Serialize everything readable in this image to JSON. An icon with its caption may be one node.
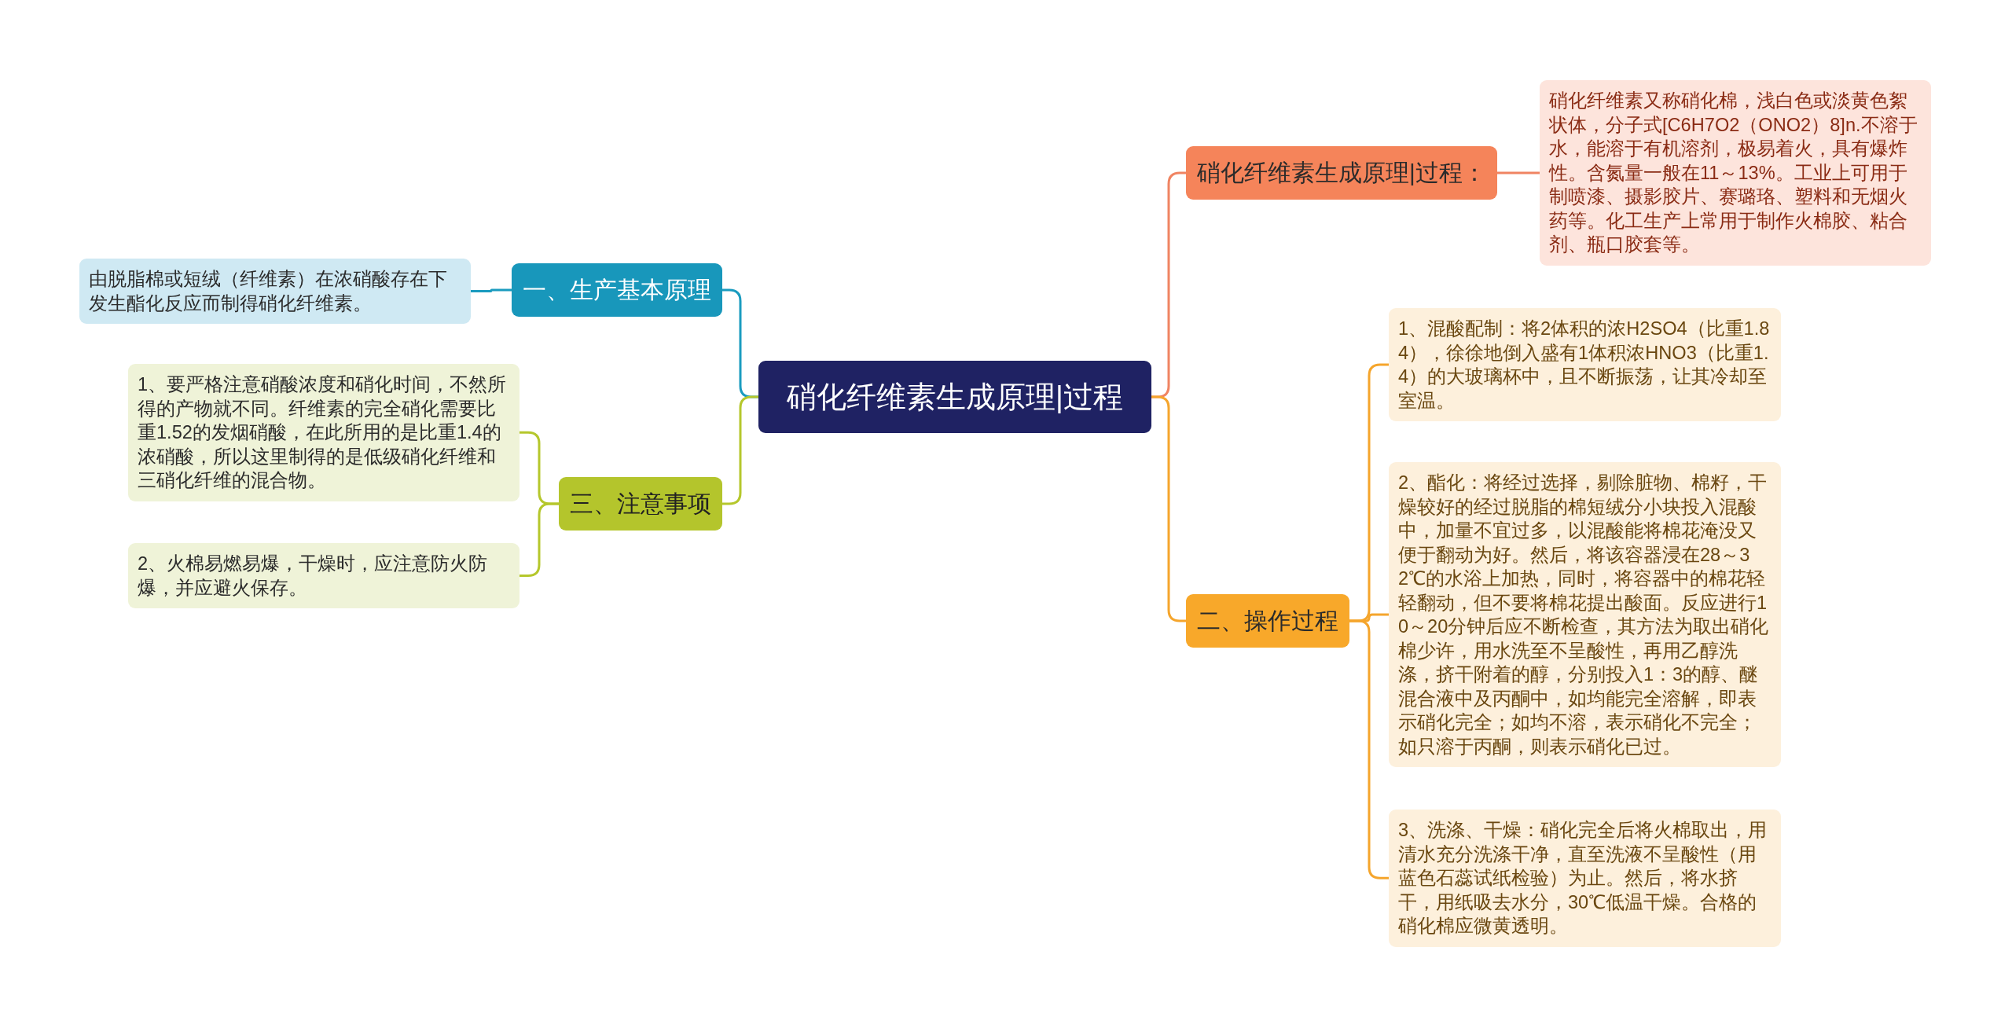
{
  "diagram": {
    "nodes": [
      {
        "text": [
          "硝化纤维素生成原理|过程"
        ]
      },
      {
        "text": [
          "一、生产基本原理"
        ]
      },
      {
        "text": [
          "由脱脂棉或短绒（纤维素）在浓硝酸存在下发生酯化反应而制得硝化纤维素。"
        ]
      },
      {
        "text": [
          "三、注意事项"
        ]
      },
      {
        "text": [
          "1、要严格注意硝酸浓度和硝化时间，不然所得的产物就不同。纤维素的完全硝化需要比重1.52的发烟硝酸，在此所用的是比重1.4的浓硝酸，所以这里制得的是低级硝化纤维和三硝化纤维的混合物。"
        ]
      },
      {
        "text": [
          "2、火棉易燃易爆，干燥时，应注意防火防爆，并应避火保存。"
        ]
      },
      {
        "text": [
          "硝化纤维素生成原理|过程："
        ]
      },
      {
        "text": [
          "硝化纤维素又称硝化棉，浅白色或淡黄色絮状体，分子式[C6H7O2（ONO2）8]n.不溶于水，能溶于有机溶剂，极易着火，具有爆炸性。含氮量一般在11～13%。工业上可用于制喷漆、摄影胶片、赛璐珞、塑料和无烟火药等。化工生产上常用于制作火棉胶、粘合剂、瓶口胶套等。"
        ]
      },
      {
        "text": [
          "二、操作过程"
        ]
      },
      {
        "text": [
          "1、混酸配制：将2体积的浓H2SO4（比重1.84），徐徐地倒入盛有1体积浓HNO3（比重1.4）的大玻璃杯中，且不断振荡，让其冷却至室温。"
        ]
      },
      {
        "text": [
          "2、酯化：将经过选择，剔除脏物、棉籽，干燥较好的经过脱脂的棉短绒分小块投入混酸中，加量不宜过多，以混酸能将棉花淹没又便于翻动为好。然后，将该容器浸在28～32℃的水浴上加热，同时，将容器中的棉花轻轻翻动，但不要将棉花提出酸面。反应进行10～20分钟后应不断检查，其方法为取出硝化棉少许，用水洗至不呈酸性，再用乙醇洗涤，挤干附着的醇，分别投入1：3的醇、醚混合液中及丙酮中，如均能完全溶解，即表示硝化完全；如均不溶，表示硝化不完全；如只溶于丙酮，则表示硝化已过。"
        ]
      },
      {
        "text": [
          "3、洗涤、干燥：硝化完全后将火棉取出，用清水充分洗涤干净，直至洗液不呈酸性（用蓝色石蕊试纸检验）为止。然后，将水挤干，用纸吸去水分，30℃低温干燥。合格的硝化棉应微黄透明。"
        ]
      }
    ],
    "edges": [
      {
        "from": 0,
        "to": 1,
        "arrow": "none",
        "color": "#1a9bbf"
      },
      {
        "from": 1,
        "to": 2,
        "arrow": "none",
        "color": "#1a9bbf"
      },
      {
        "from": 0,
        "to": 3,
        "arrow": "none",
        "color": "#b5c72c"
      },
      {
        "from": 3,
        "to": 4,
        "arrow": "none",
        "color": "#b5c72c"
      },
      {
        "from": 3,
        "to": 5,
        "arrow": "none",
        "color": "#b5c72c"
      },
      {
        "from": 0,
        "to": 6,
        "arrow": "none",
        "color": "#f08462"
      },
      {
        "from": 6,
        "to": 7,
        "arrow": "none",
        "color": "#f08462"
      },
      {
        "from": 0,
        "to": 8,
        "arrow": "none"
      },
      {
        "from": 8,
        "to": 9,
        "arrow": "none"
      },
      {
        "from": 8,
        "to": 10,
        "arrow": "none"
      },
      {
        "from": 8,
        "to": 11,
        "arrow": "none"
      }
    ]
  }
}
